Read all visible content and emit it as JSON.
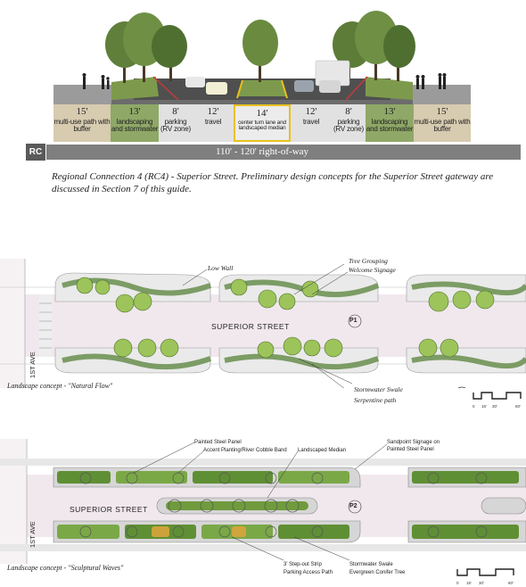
{
  "section": {
    "segments": [
      {
        "width": "15'",
        "desc": "multi-use path with buffer",
        "style": "tan"
      },
      {
        "width": "13'",
        "desc": "landscaping and stormwater",
        "style": "grn"
      },
      {
        "width": "8'",
        "desc": "parking (RV zone)",
        "style": "gry"
      },
      {
        "width": "12'",
        "desc": "travel",
        "style": "gry"
      },
      {
        "width": "14'",
        "desc": "center turn lane and landscaped median",
        "style": "med"
      },
      {
        "width": "12'",
        "desc": "travel",
        "style": "gry"
      },
      {
        "width": "8'",
        "desc": "parking (RV zone)",
        "style": "gry"
      },
      {
        "width": "13'",
        "desc": "landscaping and stormwater",
        "style": "grn"
      },
      {
        "width": "15'",
        "desc": "multi-use path with buffer",
        "style": "tan"
      }
    ],
    "badge": "RC",
    "right_of_way": "110' - 120' right-of-way",
    "colors": {
      "path": "#d7cbb0",
      "landscape": "#8fa867",
      "road": "#e1e1e1",
      "median_line": "#e8c21d",
      "bar": "#7f7f7f"
    }
  },
  "caption": "Regional Connection 4 (RC4) - Superior Street. Preliminary design concepts for the Superior Street gateway are discussed in Section 7 of this guide.",
  "plan1": {
    "street": "SUPERIOR STREET",
    "cross_street": "1ST AVE",
    "marker": "P1",
    "concept": "Landscape concept - \"Natural Flow\"",
    "callouts": {
      "low_wall": "Low Wall",
      "tree_grouping": "Tree Grouping",
      "welcome_signage": "Welcome Signage",
      "stormwater_swale": "Stormwater Swale",
      "serpentine_path": "Serpentine path"
    }
  },
  "plan2": {
    "street": "SUPERIOR STREET",
    "cross_street": "1ST AVE",
    "marker": "P2",
    "concept": "Landscape concept - \"Sculptural Waves\"",
    "callouts": {
      "painted_steel_panel": "Painted Steel Panel",
      "accent_planting": "Accent Planting/River Cobble Band",
      "landscaped_median": "Landscaped Median",
      "sandpoint_signage_1": "Sandpoint Signage on",
      "sandpoint_signage_2": "Painted Steel Panel",
      "step_out_1": "3' Step-out Strip",
      "step_out_2": "Parking Access Path",
      "swale_1": "Stormwater Swale",
      "swale_2": "Evergreen Conifer Tree"
    }
  },
  "scale": {
    "ticks": [
      "0",
      "15'",
      "30'",
      "60'"
    ]
  }
}
